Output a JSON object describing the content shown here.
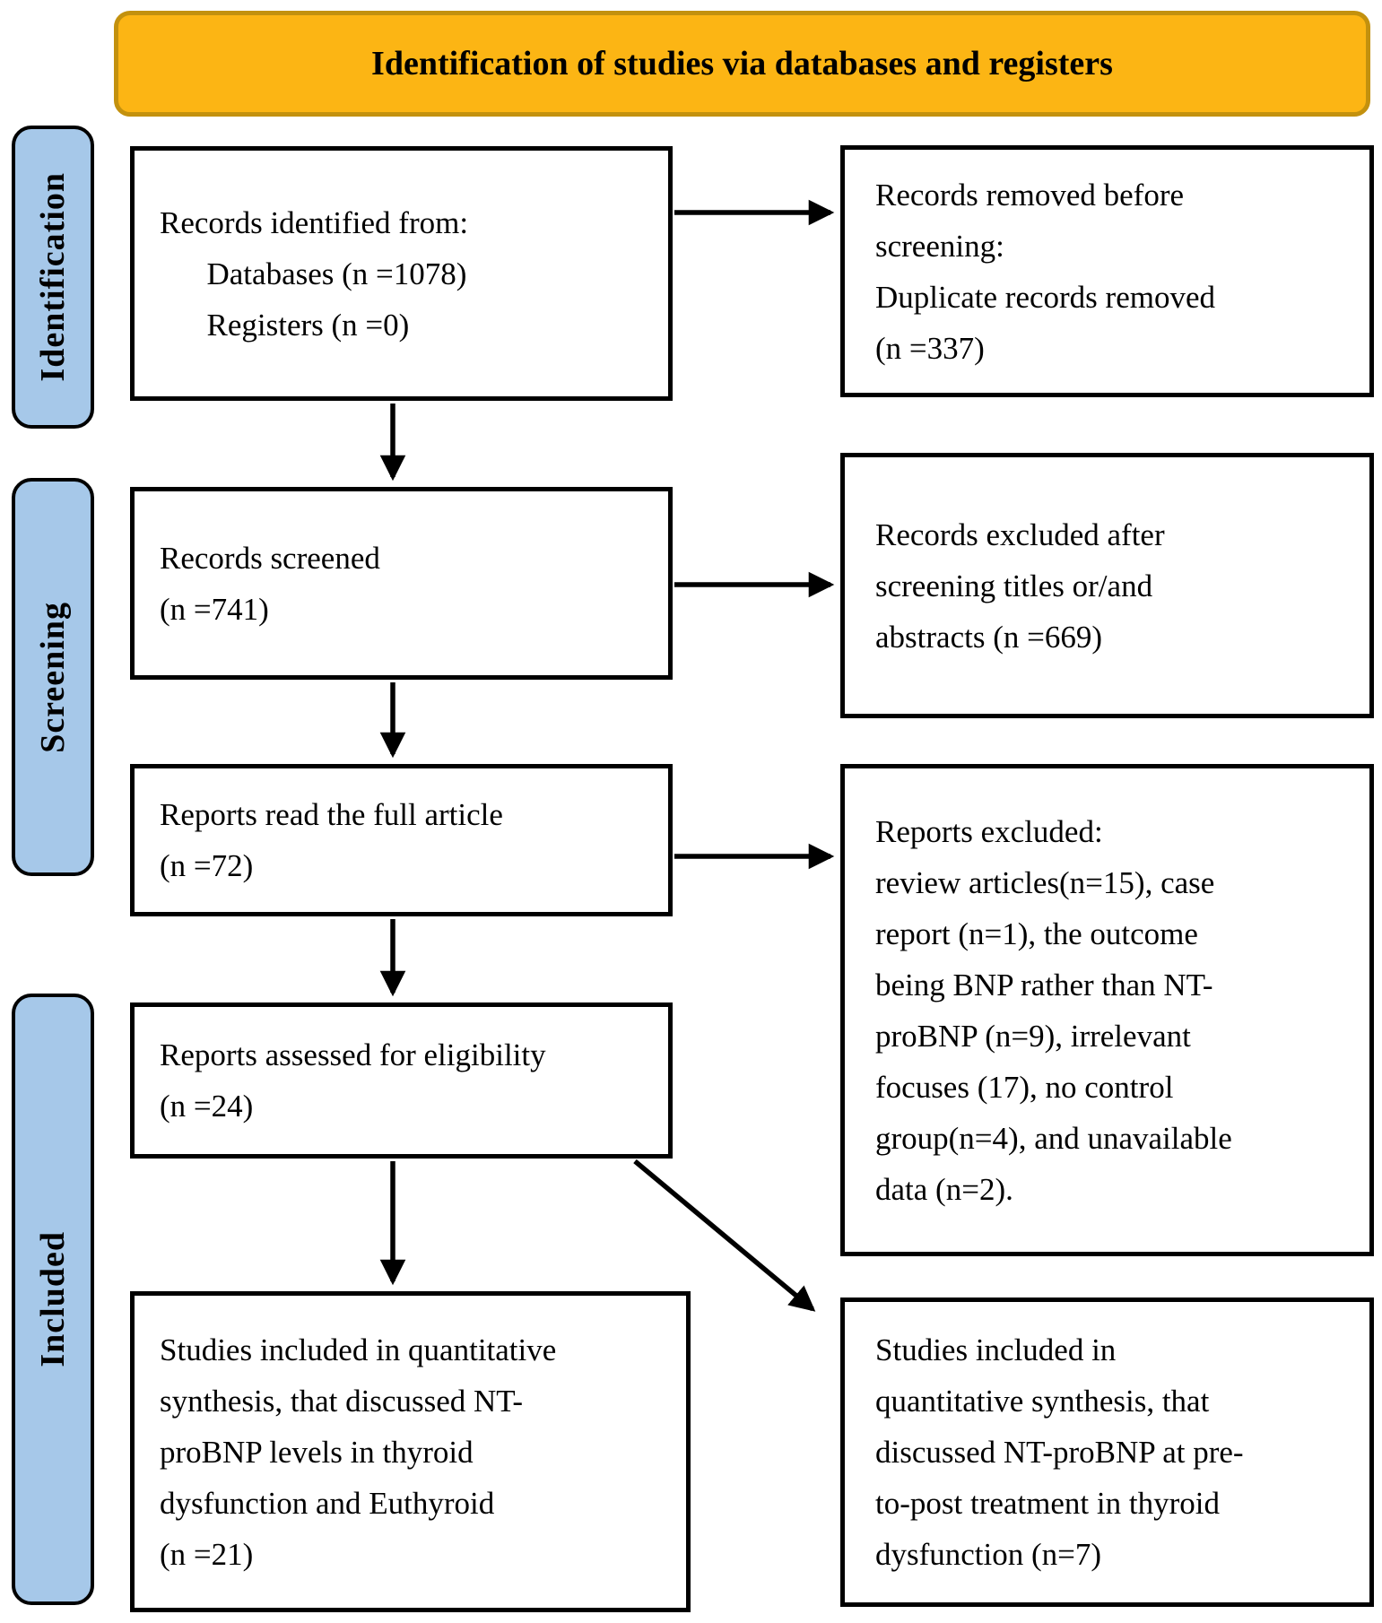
{
  "colors": {
    "banner_bg": "#FCB514",
    "banner_border": "#C3910E",
    "stage_bg": "#A6C8E9",
    "ink": "#000000"
  },
  "banner": {
    "title": "Identification of studies via databases and registers"
  },
  "sidebar": {
    "stages": [
      {
        "label": "Identification"
      },
      {
        "label": "Screening"
      },
      {
        "label": "Included"
      }
    ]
  },
  "flow": {
    "identified": {
      "text": "Records identified from:\n      Databases (n =1078)\n      Registers (n =0)"
    },
    "removed_before_screening": {
      "text": "Records removed before\nscreening:\nDuplicate records removed\n(n =337)"
    },
    "screened": {
      "text": "Records screened\n(n =741)"
    },
    "excluded_after_screening": {
      "text": "Records excluded after\nscreening titles or/and\nabstracts (n =669)"
    },
    "full_text_read": {
      "text": "Reports read the full article\n(n =72)"
    },
    "reports_excluded": {
      "text": "Reports excluded:\nreview articles(n=15), case\nreport (n=1), the outcome\nbeing BNP rather than NT-\nproBNP (n=9), irrelevant\nfocuses (17), no control\ngroup(n=4), and unavailable\ndata (n=2)."
    },
    "assessed": {
      "text": "Reports assessed for eligibility\n(n =24)"
    },
    "included_synthesis": {
      "text": "Studies included in quantitative\nsynthesis, that discussed NT-\nproBNP levels in thyroid\ndysfunction and Euthyroid\n(n =21)"
    },
    "included_pre_post": {
      "text": "Studies included in\nquantitative synthesis, that\ndiscussed NT-proBNP at pre-\nto-post treatment in thyroid\ndysfunction (n=7)"
    }
  }
}
